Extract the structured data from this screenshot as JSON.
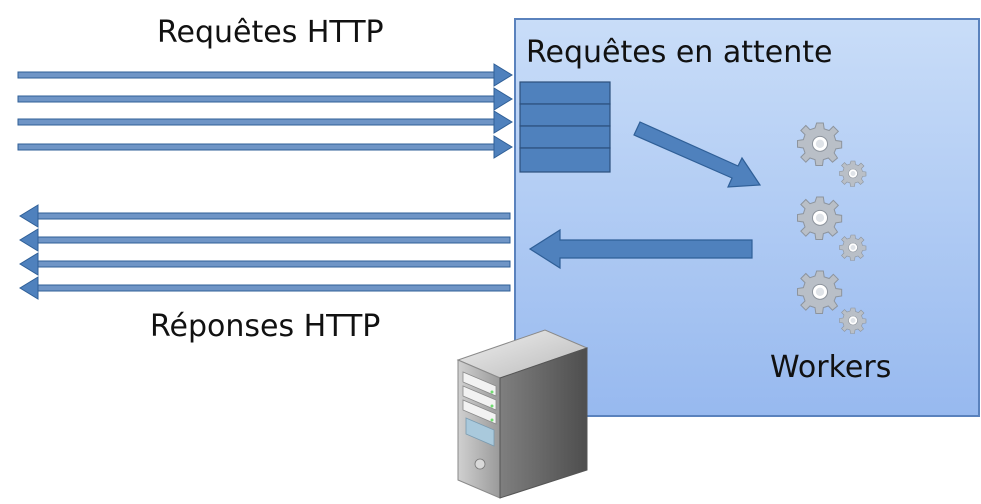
{
  "labels": {
    "requests": "Requêtes HTTP",
    "responses": "Réponses HTTP",
    "pending": "Requêtes en attente",
    "workers": "Workers"
  },
  "colors": {
    "box_fill_top": "#c7dcf7",
    "box_fill_bottom": "#9cbdf0",
    "box_border": "#4b78b8",
    "arrow": "#4f81bd",
    "arrow_dark": "#2f5f97",
    "queue_fill": "#4f81bd",
    "gear": "#b6bcc4",
    "server_body": "#a9a9a9"
  },
  "icons": [
    "gear-icon",
    "gear-icon",
    "gear-icon",
    "server-icon"
  ]
}
